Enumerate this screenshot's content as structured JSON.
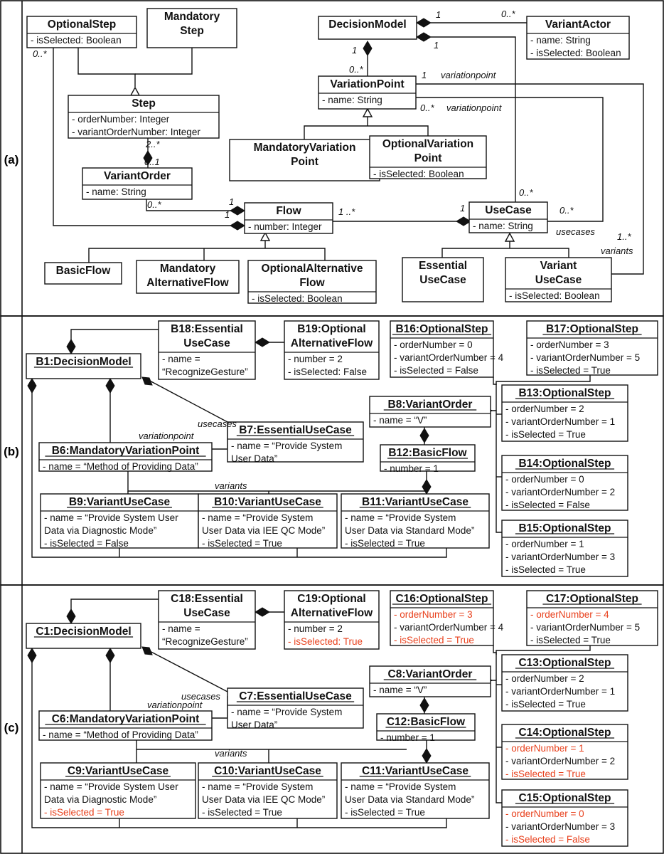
{
  "colors": {
    "line": "#111111",
    "changed": "#e8401c",
    "background": "#ffffff"
  },
  "panels": [
    {
      "label": "(a)"
    },
    {
      "label": "(b)"
    },
    {
      "label": "(c)"
    }
  ],
  "boxes": [
    {
      "id": "a_optstep",
      "title": "OptionalStep",
      "attrs": [
        "- isSelected: Boolean"
      ]
    },
    {
      "id": "a_mandstep",
      "title": [
        "Mandatory",
        "Step"
      ],
      "attrs": []
    },
    {
      "id": "a_step",
      "title": "Step",
      "attrs": [
        "- orderNumber: Integer",
        "- variantOrderNumber: Integer"
      ]
    },
    {
      "id": "a_vorder",
      "title": "VariantOrder",
      "attrs": [
        "- name: String"
      ]
    },
    {
      "id": "a_dm",
      "title": "DecisionModel",
      "attrs": []
    },
    {
      "id": "a_vactor",
      "title": "VariantActor",
      "attrs": [
        "- name: String",
        "- isSelected: Boolean"
      ]
    },
    {
      "id": "a_vp",
      "title": "VariationPoint",
      "attrs": [
        "- name: String"
      ]
    },
    {
      "id": "a_mvp",
      "title": [
        "MandatoryVariation",
        "Point"
      ],
      "attrs": []
    },
    {
      "id": "a_ovp",
      "title": [
        "OptionalVariation",
        "Point"
      ],
      "attrs": [
        "- isSelected: Boolean"
      ]
    },
    {
      "id": "a_flow",
      "title": "Flow",
      "attrs": [
        "- number: Integer"
      ]
    },
    {
      "id": "a_usecase",
      "title": "UseCase",
      "attrs": [
        "- name: String"
      ]
    },
    {
      "id": "a_basic",
      "title": "BasicFlow",
      "attrs": []
    },
    {
      "id": "a_maf",
      "title": [
        "Mandatory",
        "AlternativeFlow"
      ],
      "attrs": []
    },
    {
      "id": "a_oaf",
      "title": [
        "OptionalAlternative",
        "Flow"
      ],
      "attrs": [
        "- isSelected: Boolean"
      ]
    },
    {
      "id": "a_euc",
      "title": [
        "Essential",
        "UseCase"
      ],
      "attrs": []
    },
    {
      "id": "a_vuc",
      "title": [
        "Variant",
        "UseCase"
      ],
      "attrs": [
        "- isSelected: Boolean"
      ]
    },
    {
      "id": "b_b18",
      "title": [
        "B18:Essential",
        "UseCase"
      ],
      "attrs": [
        "- name =",
        "“RecognizeGesture”"
      ]
    },
    {
      "id": "b_b19",
      "title": [
        "B19:Optional",
        "AlternativeFlow"
      ],
      "attrs": [
        "- number = 2",
        "- isSelected: False"
      ]
    },
    {
      "id": "b_b16",
      "title": "B16:OptionalStep",
      "underline": true,
      "attrs": [
        "- orderNumber = 0",
        "- variantOrderNumber = 4",
        "- isSelected = False"
      ]
    },
    {
      "id": "b_b17",
      "title": "B17:OptionalStep",
      "underline": true,
      "attrs": [
        "- orderNumber = 3",
        "- variantOrderNumber = 5",
        "- isSelected = True"
      ]
    },
    {
      "id": "b_b1",
      "title": "B1:DecisionModel",
      "underline": true,
      "attrs": []
    },
    {
      "id": "b_b8",
      "title": "B8:VariantOrder",
      "underline": true,
      "attrs": [
        "- name = “V”"
      ]
    },
    {
      "id": "b_b13",
      "title": "B13:OptionalStep",
      "underline": true,
      "attrs": [
        "- orderNumber = 2",
        "- variantOrderNumber = 1",
        "- isSelected = True"
      ]
    },
    {
      "id": "b_b7",
      "title": "B7:EssentialUseCase",
      "underline": true,
      "attrs": [
        "- name = “Provide System",
        "User Data”"
      ]
    },
    {
      "id": "b_b6",
      "title": "B6:MandatoryVariationPoint",
      "underline": true,
      "attrs": [
        "- name = “Method of Providing Data”"
      ]
    },
    {
      "id": "b_b12",
      "title": "B12:BasicFlow",
      "underline": true,
      "attrs": [
        "- number = 1"
      ]
    },
    {
      "id": "b_b14",
      "title": "B14:OptionalStep",
      "underline": true,
      "attrs": [
        "- orderNumber = 0",
        "- variantOrderNumber = 2",
        "- isSelected = False"
      ]
    },
    {
      "id": "b_b9",
      "title": "B9:VariantUseCase",
      "underline": true,
      "attrs": [
        "- name = “Provide System User",
        "Data via Diagnostic Mode”",
        "- isSelected = False"
      ]
    },
    {
      "id": "b_b10",
      "title": "B10:VariantUseCase",
      "underline": true,
      "attrs": [
        "- name = “Provide System",
        "User Data via IEE QC Mode”",
        "- isSelected = True"
      ]
    },
    {
      "id": "b_b11",
      "title": "B11:VariantUseCase",
      "underline": true,
      "attrs": [
        "- name = “Provide System",
        "User Data via Standard Mode”",
        "- isSelected = True"
      ]
    },
    {
      "id": "b_b15",
      "title": "B15:OptionalStep",
      "underline": true,
      "attrs": [
        "- orderNumber = 1",
        "- variantOrderNumber = 3",
        "- isSelected = True"
      ]
    },
    {
      "id": "c_c18",
      "title": [
        "C18:Essential",
        "UseCase"
      ],
      "attrs": [
        "- name =",
        "“RecognizeGesture”"
      ]
    },
    {
      "id": "c_c19",
      "title": [
        "C19:Optional",
        "AlternativeFlow"
      ],
      "attrs": [
        "- number = 2",
        "- isSelected: True"
      ],
      "changed": [
        1
      ]
    },
    {
      "id": "c_c16",
      "title": "C16:OptionalStep",
      "underline": true,
      "attrs": [
        "- orderNumber = 3",
        "- variantOrderNumber = 4",
        "- isSelected = True"
      ],
      "changed": [
        0,
        2
      ]
    },
    {
      "id": "c_c17",
      "title": "C17:OptionalStep",
      "underline": true,
      "attrs": [
        "- orderNumber = 4",
        "- variantOrderNumber = 5",
        "- isSelected = True"
      ],
      "changed": [
        0
      ]
    },
    {
      "id": "c_c1",
      "title": "C1:DecisionModel",
      "underline": true,
      "attrs": []
    },
    {
      "id": "c_c8",
      "title": "C8:VariantOrder",
      "underline": true,
      "attrs": [
        "- name = “V”"
      ]
    },
    {
      "id": "c_c13",
      "title": "C13:OptionalStep",
      "underline": true,
      "attrs": [
        "- orderNumber = 2",
        "- variantOrderNumber = 1",
        "- isSelected = True"
      ]
    },
    {
      "id": "c_c7",
      "title": "C7:EssentialUseCase",
      "underline": true,
      "attrs": [
        "- name = “Provide System",
        "User Data”"
      ]
    },
    {
      "id": "c_c6",
      "title": "C6:MandatoryVariationPoint",
      "underline": true,
      "attrs": [
        "- name = “Method of Providing Data”"
      ]
    },
    {
      "id": "c_c12",
      "title": "C12:BasicFlow",
      "underline": true,
      "attrs": [
        "- number = 1"
      ]
    },
    {
      "id": "c_c14",
      "title": "C14:OptionalStep",
      "underline": true,
      "attrs": [
        "- orderNumber = 1",
        "- variantOrderNumber = 2",
        "- isSelected = True"
      ],
      "changed": [
        0,
        2
      ]
    },
    {
      "id": "c_c9",
      "title": "C9:VariantUseCase",
      "underline": true,
      "attrs": [
        "- name = “Provide System User",
        "Data via Diagnostic Mode”",
        "- isSelected = True"
      ],
      "changed": [
        2
      ]
    },
    {
      "id": "c_c10",
      "title": "C10:VariantUseCase",
      "underline": true,
      "attrs": [
        "- name = “Provide System",
        "User Data via IEE QC Mode”",
        "- isSelected = True"
      ]
    },
    {
      "id": "c_c11",
      "title": "C11:VariantUseCase",
      "underline": true,
      "attrs": [
        "- name = “Provide System",
        "User Data via Standard Mode”",
        "- isSelected = True"
      ]
    },
    {
      "id": "c_c15",
      "title": "C15:OptionalStep",
      "underline": true,
      "attrs": [
        "- orderNumber = 0",
        "- variantOrderNumber = 3",
        "- isSelected = False"
      ],
      "changed": [
        0,
        2
      ]
    }
  ],
  "labels": [
    {
      "id": "m1",
      "text": "0..*",
      "italic": true
    },
    {
      "id": "m2",
      "text": "2..*",
      "italic": true
    },
    {
      "id": "m3",
      "text": "0..1",
      "italic": true
    },
    {
      "id": "m4",
      "text": "0..*",
      "italic": true
    },
    {
      "id": "m5",
      "text": "1",
      "italic": true
    },
    {
      "id": "m6",
      "text": "1",
      "italic": true
    },
    {
      "id": "m7",
      "text": "1 ..*",
      "italic": true
    },
    {
      "id": "m8",
      "text": "1",
      "italic": true
    },
    {
      "id": "m9",
      "text": "1",
      "italic": true
    },
    {
      "id": "m10",
      "text": "0..*",
      "italic": true
    },
    {
      "id": "m11",
      "text": "1",
      "italic": true
    },
    {
      "id": "m12",
      "text": "1",
      "italic": true
    },
    {
      "id": "m13",
      "text": "0..*",
      "italic": true
    },
    {
      "id": "m14",
      "text": "1",
      "italic": true
    },
    {
      "id": "m15",
      "text": "variationpoint",
      "italic": true
    },
    {
      "id": "m16",
      "text": "0..*",
      "italic": true
    },
    {
      "id": "m17",
      "text": "variationpoint",
      "italic": true
    },
    {
      "id": "m18",
      "text": "0..*",
      "italic": true
    },
    {
      "id": "m19",
      "text": "0..*",
      "italic": true
    },
    {
      "id": "m20",
      "text": "usecases",
      "italic": true
    },
    {
      "id": "m21",
      "text": "1..*",
      "italic": true
    },
    {
      "id": "m22",
      "text": "variants",
      "italic": true
    },
    {
      "id": "lb1",
      "text": "usecases",
      "italic": true
    },
    {
      "id": "lb2",
      "text": "variationpoint",
      "italic": true
    },
    {
      "id": "lb3",
      "text": "variants",
      "italic": true
    },
    {
      "id": "lc1",
      "text": "usecases",
      "italic": true
    },
    {
      "id": "lc2",
      "text": "variationpoint",
      "italic": true
    },
    {
      "id": "lc3",
      "text": "variants",
      "italic": true
    }
  ]
}
